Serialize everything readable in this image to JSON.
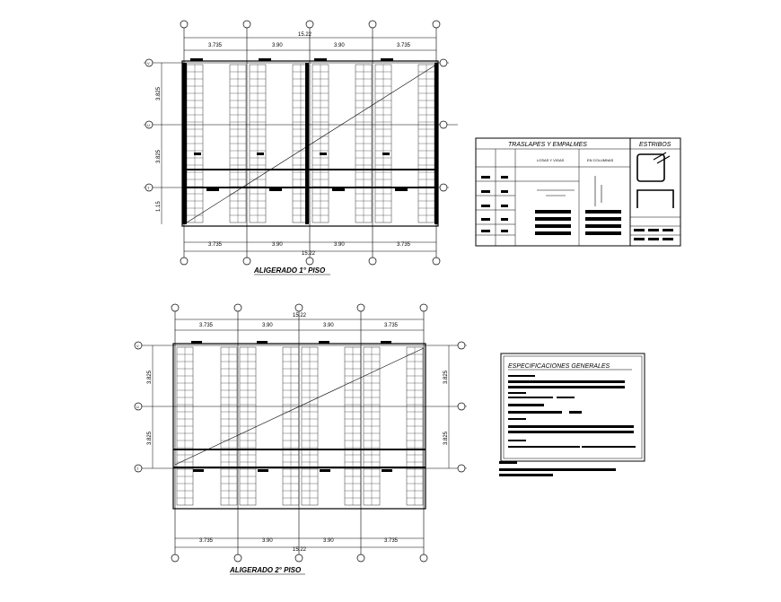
{
  "plan1": {
    "title": "ALIGERADO 1° PISO",
    "top_dims": [
      "3.735",
      "3.90",
      "3.90",
      "3.735"
    ],
    "bottom_dims": [
      "3.735",
      "3.90",
      "3.90",
      "3.735"
    ],
    "total": "15.22",
    "left_dims": [
      "3.825",
      "3.825",
      "1.15"
    ],
    "axis_labels": [
      "V",
      "U",
      "T"
    ]
  },
  "plan2": {
    "title": "ALIGERADO 2° PISO",
    "top_dims": [
      "3.735",
      "3.90",
      "3.90",
      "3.735"
    ],
    "bottom_dims": [
      "3.735",
      "3.90",
      "3.90",
      "3.735"
    ],
    "total": "15.22",
    "left_dims": [
      "3.825",
      "3.825"
    ],
    "right_dims": [
      "3.825",
      "3.825"
    ],
    "axis_labels": [
      "V",
      "U",
      "T"
    ]
  },
  "splices": {
    "title": "TRASLAPES Y EMPALMES",
    "col_losas": "LOSAS Y VIGAS",
    "col_columnas": "EN COLUMNAS"
  },
  "stirrups": {
    "title": "ESTRIBOS"
  },
  "specs": {
    "title": "ESPECIFICACIONES GENERALES"
  }
}
